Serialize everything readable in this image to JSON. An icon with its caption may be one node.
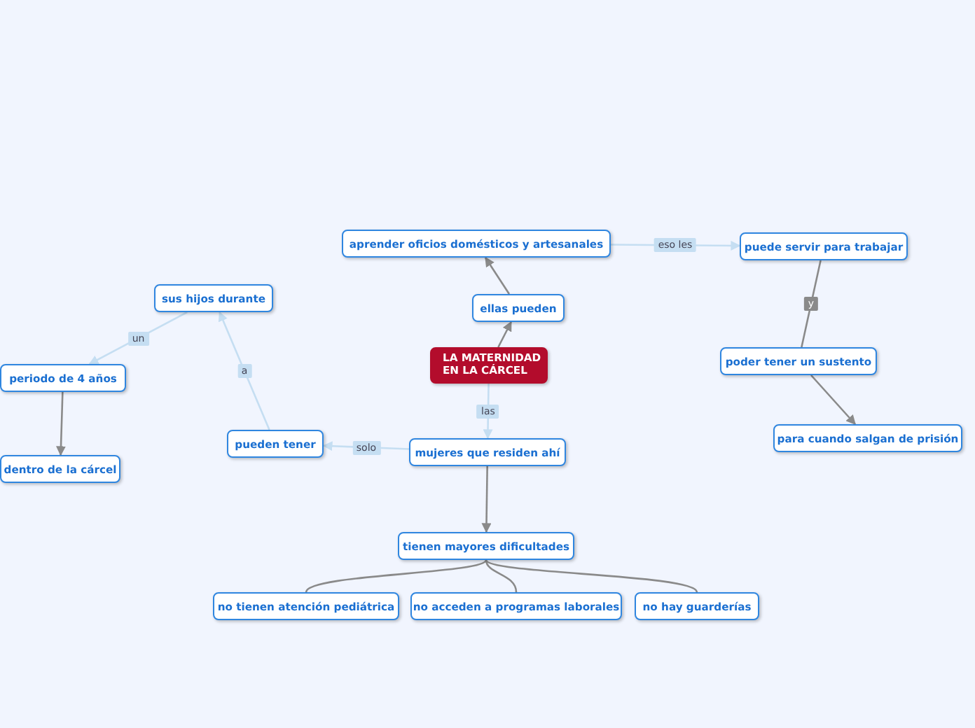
{
  "diagram": {
    "nodes": [
      {
        "text": [
          "LA MATERNIDAD EN LA CÁRCEL"
        ]
      },
      {
        "text": [
          "ellas pueden"
        ]
      },
      {
        "text": [
          "aprender oficios domésticos y artesanales"
        ]
      },
      {
        "text": [
          "puede servir para trabajar"
        ]
      },
      {
        "text": [
          "poder tener un sustento"
        ]
      },
      {
        "text": [
          "para cuando salgan de prisión"
        ]
      },
      {
        "text": [
          "mujeres que residen ahí"
        ]
      },
      {
        "text": [
          "pueden tener"
        ]
      },
      {
        "text": [
          "sus hijos durante"
        ]
      },
      {
        "text": [
          "periodo de 4 años"
        ]
      },
      {
        "text": [
          "dentro de la cárcel"
        ]
      },
      {
        "text": [
          "tienen mayores dificultades"
        ]
      },
      {
        "text": [
          "no tienen atención pediátrica"
        ]
      },
      {
        "text": [
          "no acceden a programas laborales"
        ]
      },
      {
        "text": [
          "no hay guarderías"
        ]
      }
    ],
    "edges": [
      {
        "from": 0,
        "to": 1,
        "arrow": "to"
      },
      {
        "from": 1,
        "to": 2,
        "arrow": "to"
      },
      {
        "from": 2,
        "to": 3,
        "arrow": "to",
        "label": "eso les",
        "color": "#c5def2"
      },
      {
        "from": 3,
        "to": 4,
        "arrow": "none",
        "label": "y"
      },
      {
        "from": 4,
        "to": 5,
        "arrow": "to"
      },
      {
        "from": 0,
        "to": 6,
        "arrow": "to",
        "label": "las",
        "color": "#c5def2"
      },
      {
        "from": 6,
        "to": 7,
        "arrow": "to",
        "label": "solo",
        "color": "#c5def2"
      },
      {
        "from": 7,
        "to": 8,
        "arrow": "to",
        "label": "a",
        "color": "#c5def2"
      },
      {
        "from": 8,
        "to": 9,
        "arrow": "to",
        "label": "un",
        "color": "#c5def2"
      },
      {
        "from": 9,
        "to": 10,
        "arrow": "to"
      },
      {
        "from": 6,
        "to": 11,
        "arrow": "to"
      },
      {
        "from": 11,
        "to": 12,
        "arrow": "none"
      },
      {
        "from": 11,
        "to": 13,
        "arrow": "none"
      },
      {
        "from": 11,
        "to": 14,
        "arrow": "none"
      }
    ]
  }
}
